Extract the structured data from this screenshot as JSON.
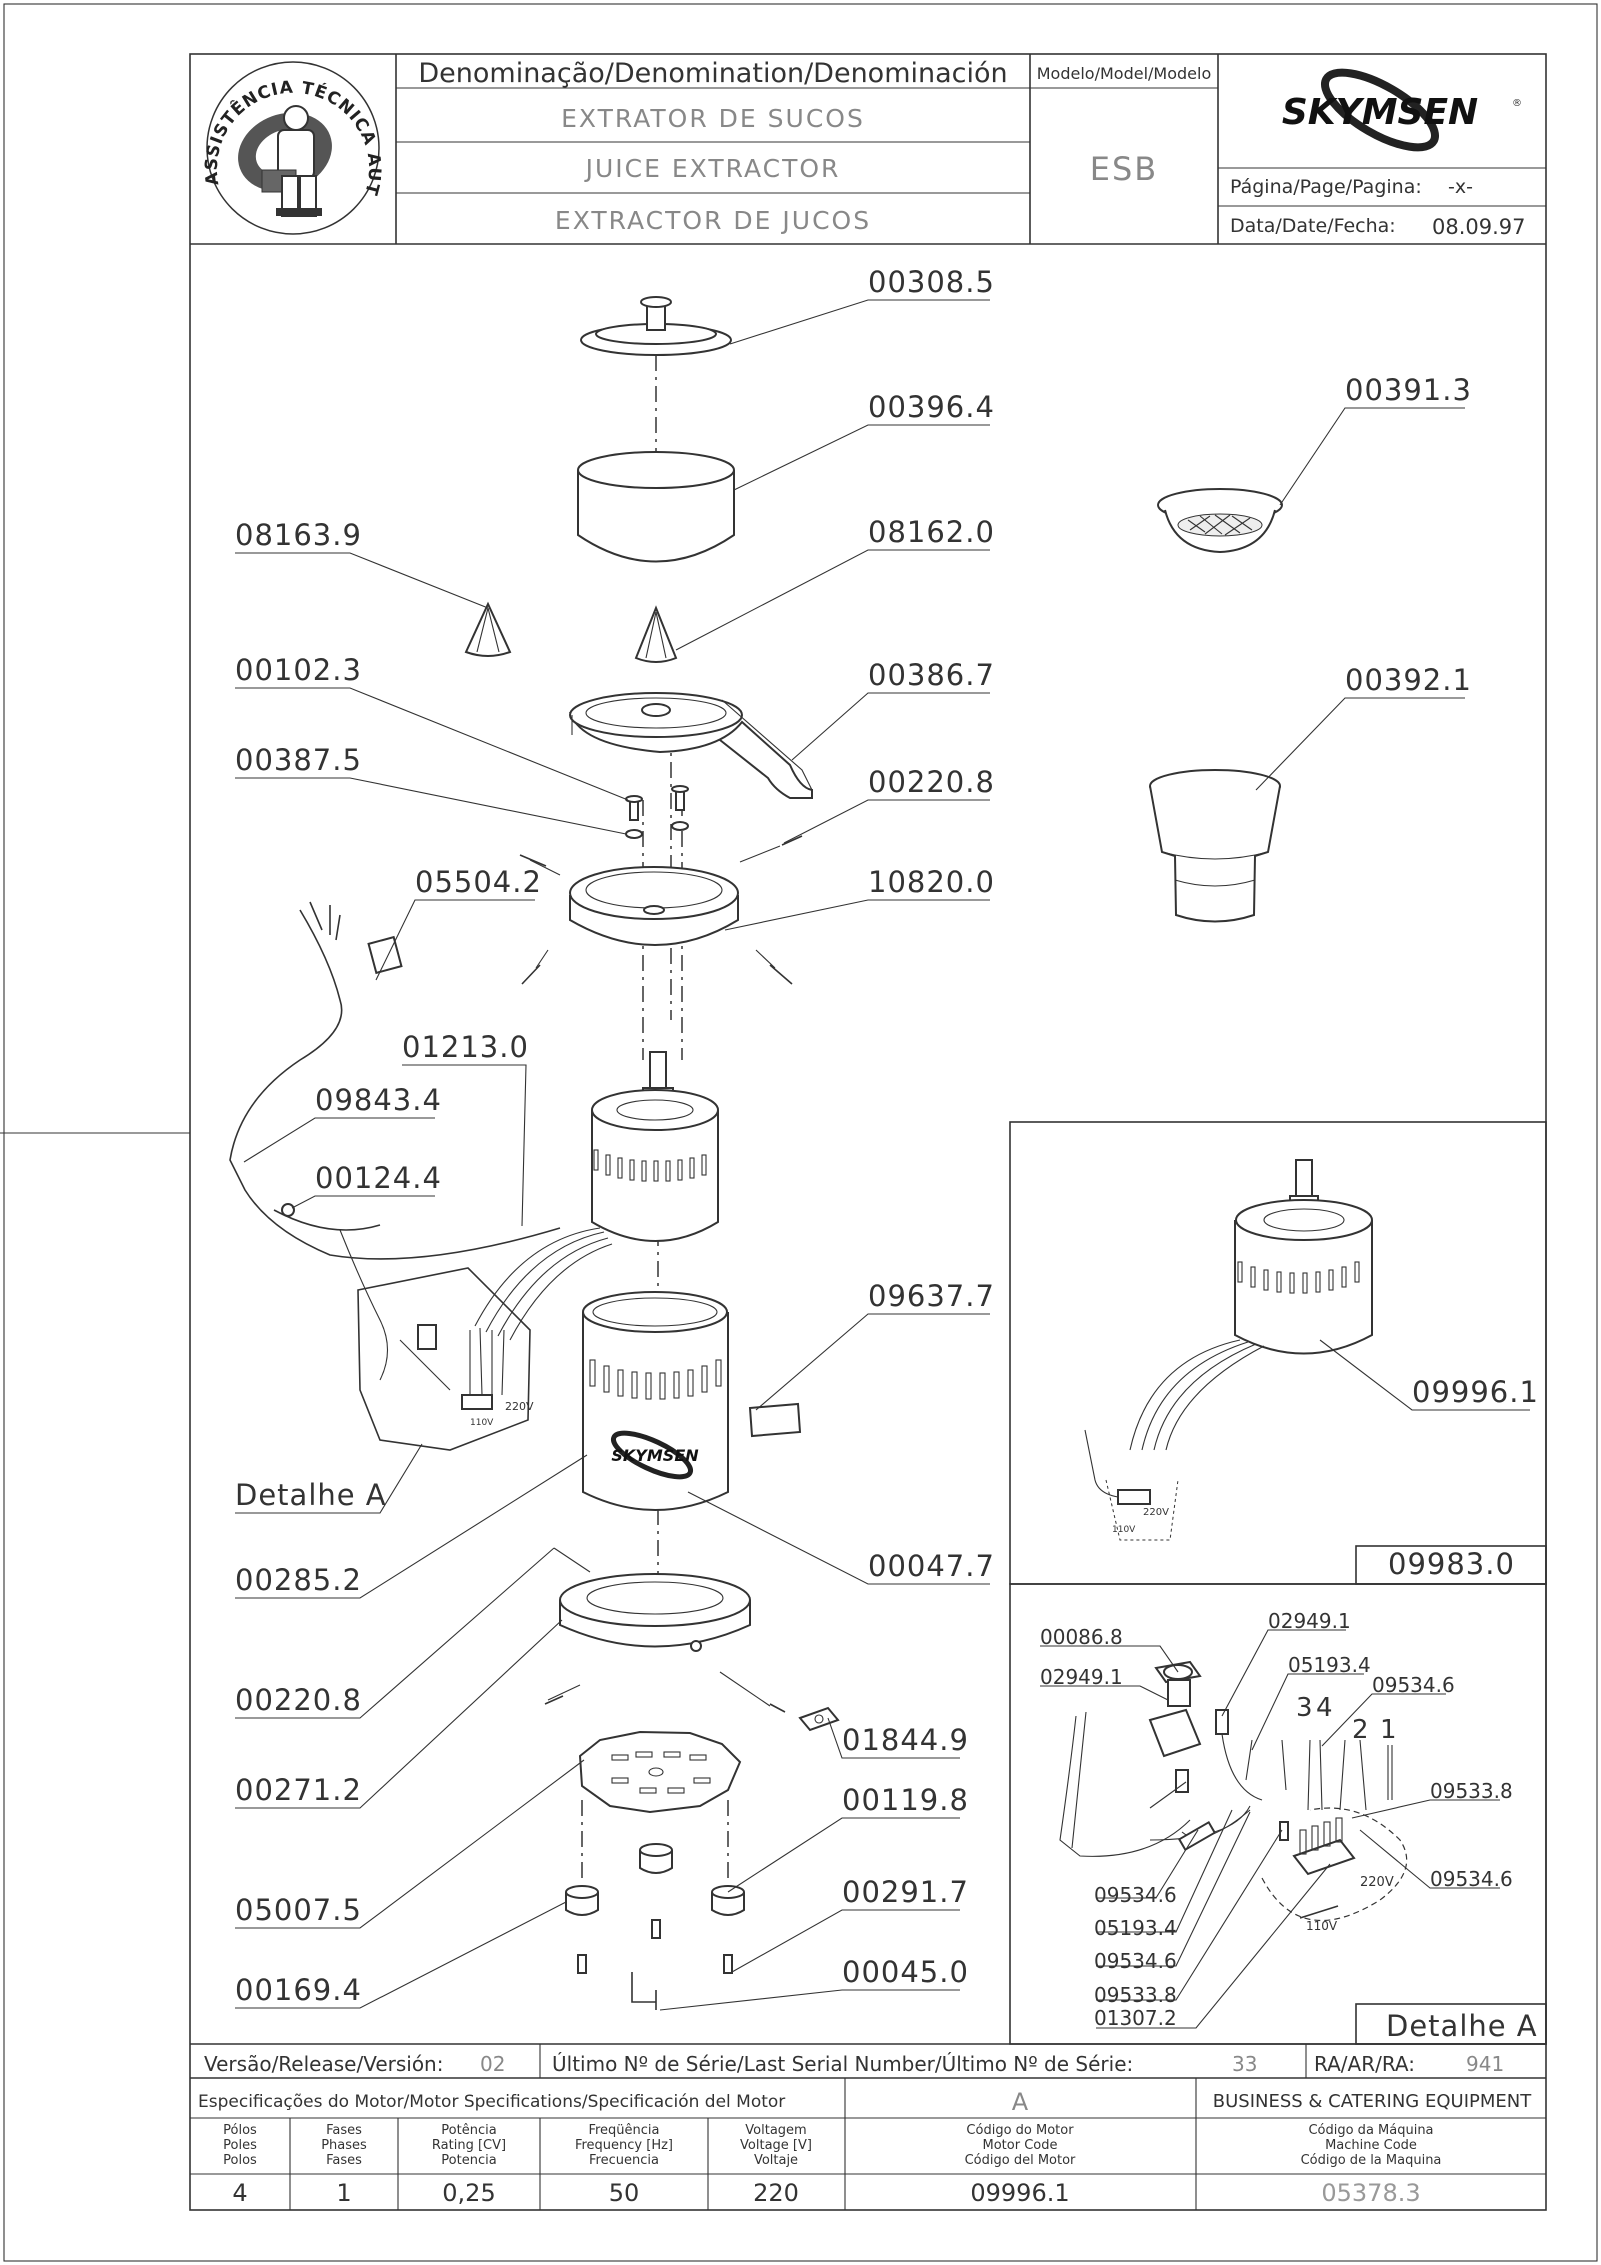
{
  "header": {
    "denomination_title": "Denominação/Denomination/Denominación",
    "names": [
      "EXTRATOR DE SUCOS",
      "JUICE EXTRACTOR",
      "EXTRACTOR DE JUCOS"
    ],
    "model_title": "Modelo/Model/Modelo",
    "model_value": "ESB",
    "brand": "SKYMSEN",
    "page_label": "Página/Page/Pagina:",
    "page_value": "-x-",
    "date_label": "Data/Date/Fecha:",
    "date_value": "08.09.97",
    "seal_text": "ASSISTÊNCIA TÉCNICA AUTORIZADA"
  },
  "parts": {
    "p00308_5": "00308.5",
    "p00396_4": "00396.4",
    "p00391_3": "00391.3",
    "p08163_9": "08163.9",
    "p08162_0": "08162.0",
    "p00102_3": "00102.3",
    "p00386_7": "00386.7",
    "p00387_5": "00387.5",
    "p00220_8a": "00220.8",
    "p00392_1": "00392.1",
    "p05504_2": "05504.2",
    "p10820_0": "10820.0",
    "p01213_0": "01213.0",
    "p09843_4": "09843.4",
    "p00124_4": "00124.4",
    "p09637_7": "09637.7",
    "detail_a_label": "Detalhe A",
    "p00285_2": "00285.2",
    "p00047_7": "00047.7",
    "p00220_8b": "00220.8",
    "p01844_9": "01844.9",
    "p00271_2": "00271.2",
    "p00119_8": "00119.8",
    "p05007_5": "05007.5",
    "p00291_7": "00291.7",
    "p00045_0": "00045.0",
    "p00169_4": "00169.4"
  },
  "motor_inset": {
    "p09996_1": "09996.1",
    "p09983_0": "09983.0",
    "v220": "220V",
    "v110": "110V"
  },
  "detail_inset": {
    "p00086_8": "00086.8",
    "p02949_1a": "02949.1",
    "p02949_1b": "02949.1",
    "p05193_4a": "05193.4",
    "p09534_6a": "09534.6",
    "n3": "3",
    "n4": "4",
    "n2": "2",
    "n1": "1",
    "p09533_8a": "09533.8",
    "p09534_6b": "09534.6",
    "p09534_6c": "09534.6",
    "p05193_4b": "05193.4",
    "p09534_6d": "09534.6",
    "p09533_8b": "09533.8",
    "p01307_2": "01307.2",
    "v220": "220V",
    "v110": "110V",
    "title": "Detalhe A"
  },
  "case_text": "SKYMSEN",
  "footer": {
    "version_label": "Versão/Release/Versión:",
    "version_value": "02",
    "serial_label": "Último Nº de Série/Last Serial Number/Último Nº de Série:",
    "serial_value": "33",
    "ra_label": "RA/AR/RA:",
    "ra_value": "941",
    "motor_spec_label": "Especificações do Motor/Motor Specifications/Specificación del Motor",
    "motor_spec_value": "A",
    "business": "BUSINESS & CATERING EQUIPMENT",
    "columns": [
      {
        "lines": [
          "Pólos",
          "Poles",
          "Polos"
        ],
        "value": "4"
      },
      {
        "lines": [
          "Fases",
          "Phases",
          "Fases"
        ],
        "value": "1"
      },
      {
        "lines": [
          "Potência",
          "Rating [CV]",
          "Potencia"
        ],
        "value": "0,25"
      },
      {
        "lines": [
          "Freqüência",
          "Frequency [Hz]",
          "Frecuencia"
        ],
        "value": "50"
      },
      {
        "lines": [
          "Voltagem",
          "Voltage [V]",
          "Voltaje"
        ],
        "value": "220"
      },
      {
        "lines": [
          "Código do Motor",
          "Motor Code",
          "Código del Motor"
        ],
        "value": "09996.1"
      },
      {
        "lines": [
          "Código da Máquina",
          "Machine Code",
          "Código de la Maquina"
        ],
        "value": "05378.3"
      }
    ]
  }
}
